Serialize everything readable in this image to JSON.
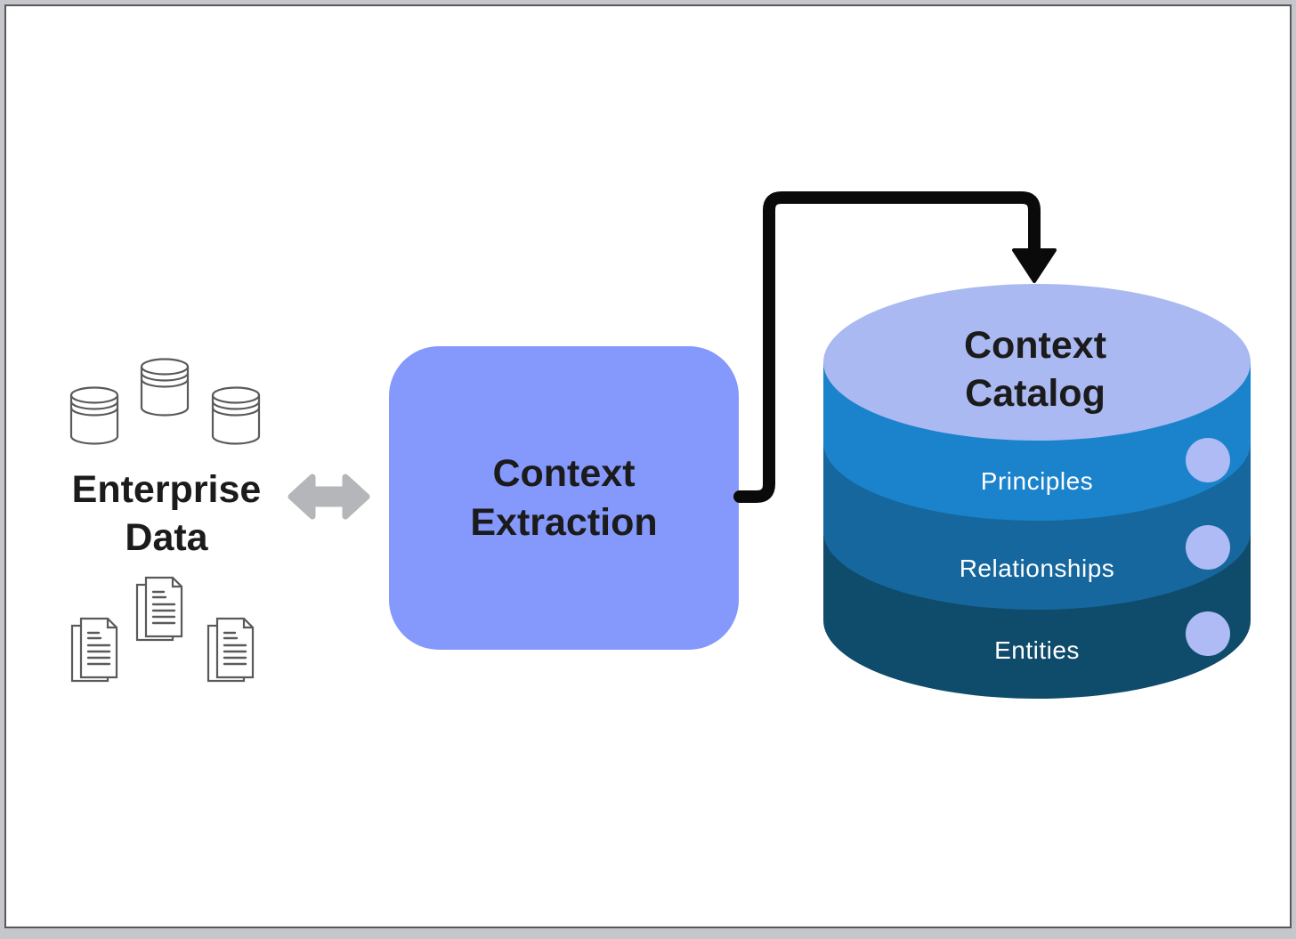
{
  "diagram": {
    "enterprise_data": {
      "label_line1": "Enterprise",
      "label_line2": "Data",
      "icons": [
        "database-icon",
        "database-icon",
        "database-icon",
        "document-icon",
        "document-icon",
        "document-icon"
      ]
    },
    "sync_arrow": {
      "icon": "double-headed-arrow-icon",
      "color": "#b5b6b9"
    },
    "extraction_box": {
      "label_line1": "Context",
      "label_line2": "Extraction",
      "fill_color": "#8598fb"
    },
    "flow_arrow": {
      "icon": "elbow-arrow-down-icon",
      "color": "#0a0a0a"
    },
    "catalog": {
      "title_line1": "Context",
      "title_line2": "Catalog",
      "top_color": "#aab9f2",
      "bullet_color": "#aebbf4",
      "layers": [
        {
          "label": "Principles",
          "color": "#1a83cc"
        },
        {
          "label": "Relationships",
          "color": "#16679d"
        },
        {
          "label": "Entities",
          "color": "#0f4c6b"
        }
      ]
    },
    "frame": {
      "outer_color": "#c5c7cb",
      "inner_border_color": "#56585d",
      "background": "#ffffff"
    }
  }
}
